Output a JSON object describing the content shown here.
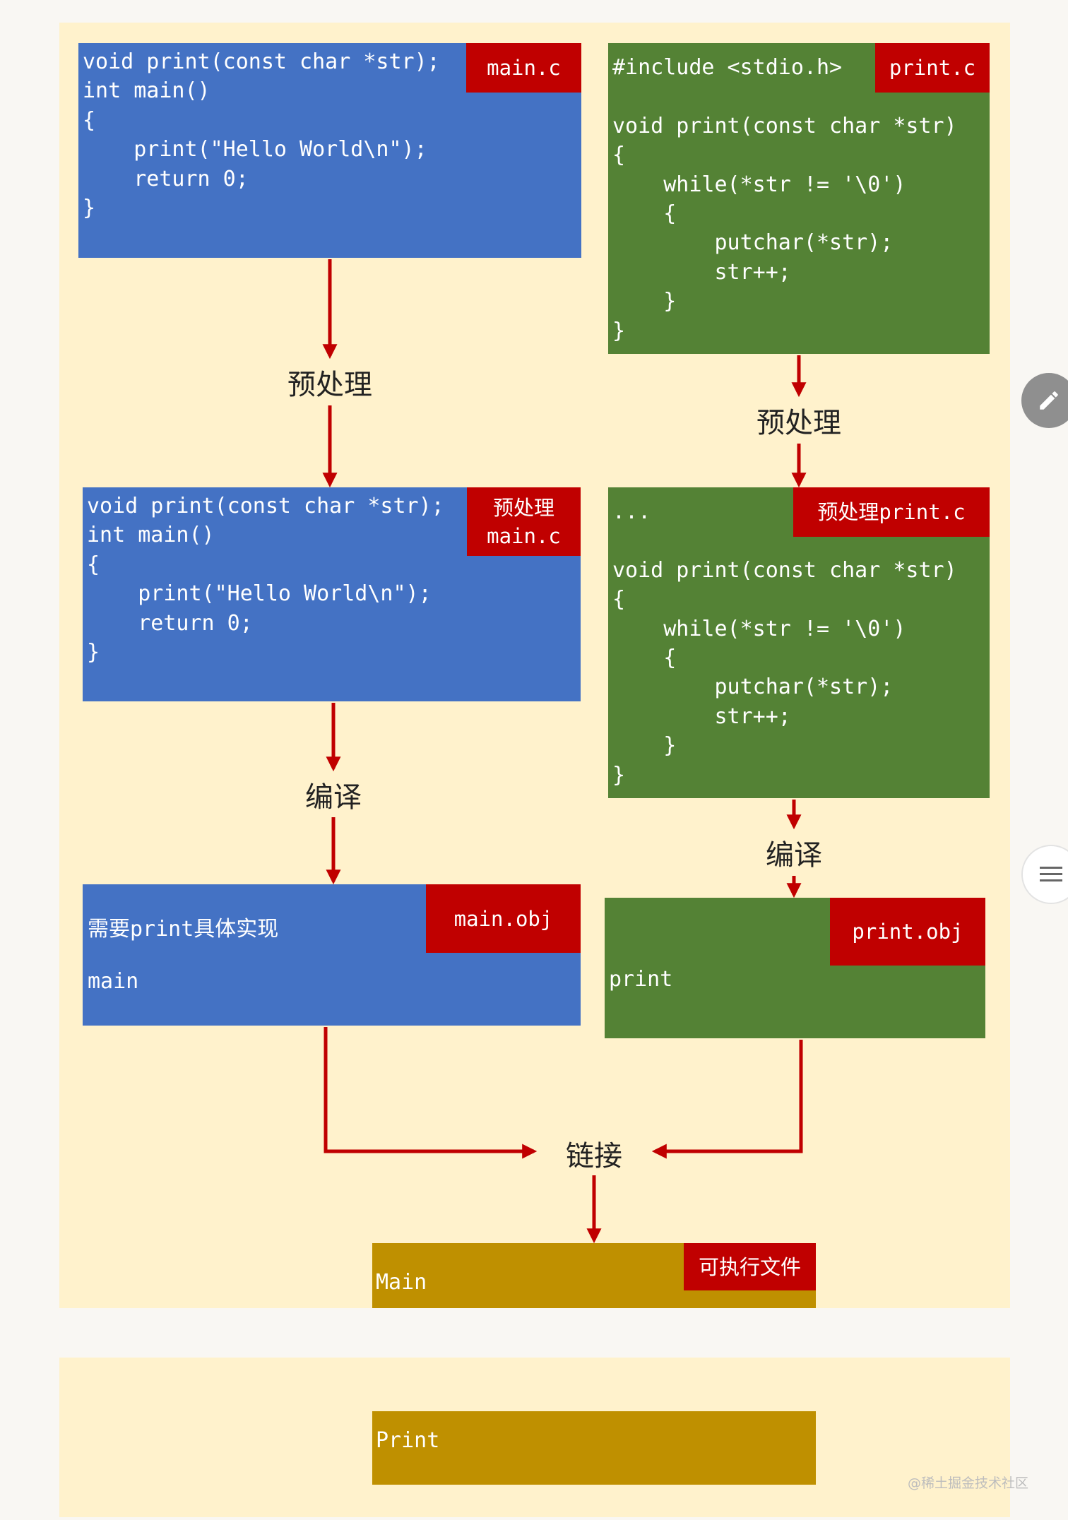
{
  "blocks": {
    "main_c": {
      "tag": "main.c",
      "code": "void print(const char *str);\nint main()\n{\n    print(\"Hello World\\n\");\n    return 0;\n}"
    },
    "print_c": {
      "tag": "print.c",
      "code": "#include <stdio.h>\n\nvoid print(const char *str)\n{\n    while(*str != '\\0')\n    {\n        putchar(*str);\n        str++;\n    }\n}"
    },
    "pre_main": {
      "tag_line1": "预处理",
      "tag_line2": "main.c",
      "code": "void print(const char *str);\nint main()\n{\n    print(\"Hello World\\n\");\n    return 0;\n}"
    },
    "pre_print": {
      "tag": "预处理print.c",
      "code": "...\n\nvoid print(const char *str)\n{\n    while(*str != '\\0')\n    {\n        putchar(*str);\n        str++;\n    }\n}"
    },
    "main_obj": {
      "tag": "main.obj",
      "need": "需要print具体实现",
      "symbol": "main"
    },
    "print_obj": {
      "tag": "print.obj",
      "symbol": "print"
    },
    "exe": {
      "tag": "可执行文件",
      "main_label": "Main",
      "print_label": "Print"
    }
  },
  "steps": {
    "preprocess": "预处理",
    "compile": "编译",
    "link": "链接"
  },
  "icons": {
    "edit": "pencil-icon",
    "menu": "hamburger-menu-icon"
  },
  "colors": {
    "background": "#fff2cc",
    "source_main": "#4472c4",
    "source_print": "#548235",
    "executable": "#bf9000",
    "tag": "#c00000",
    "arrow": "#c00000"
  },
  "watermark": "@稀土掘金技术社区"
}
